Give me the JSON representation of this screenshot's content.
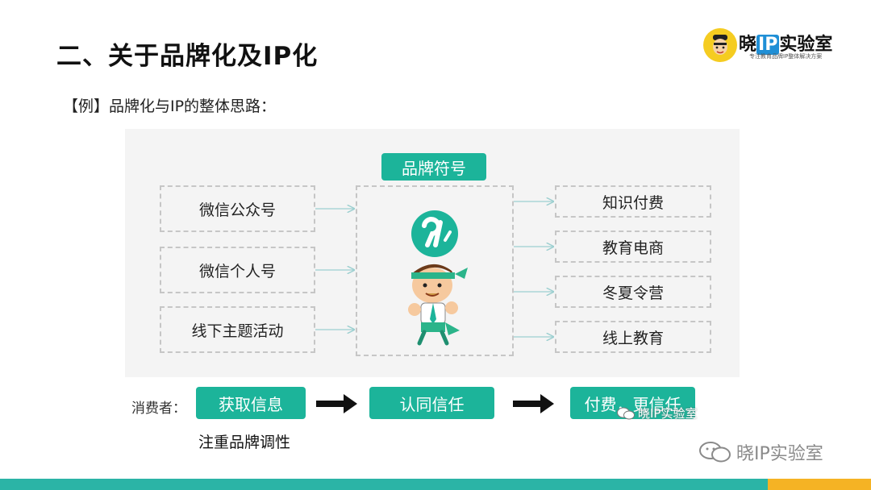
{
  "slide": {
    "title": "二、关于品牌化及IP化",
    "subtitle": "【例】品牌化与IP的整体思路："
  },
  "logo": {
    "name_part1": "晓",
    "name_ip": "IP",
    "name_part2": "实验室",
    "tagline": "专注教育品牌IP整体解决方案"
  },
  "diagram": {
    "brand_symbol_label": "品牌符号",
    "left_channels": [
      "微信公众号",
      "微信个人号",
      "线下主题活动"
    ],
    "right_outcomes": [
      "知识付费",
      "教育电商",
      "冬夏令营",
      "线上教育"
    ]
  },
  "consumer_flow": {
    "label": "消费者：",
    "steps": [
      "获取信息",
      "认同信任",
      "付费，更信任"
    ],
    "note": "注重品牌调性"
  },
  "watermarks": {
    "small": "晓IP实验室",
    "large": "晓IP实验室"
  },
  "colors": {
    "accent_green": "#1cb49a",
    "bar_green": "#2bb4a6",
    "bar_yellow": "#f5b324",
    "logo_yellow": "#f5cc21"
  }
}
